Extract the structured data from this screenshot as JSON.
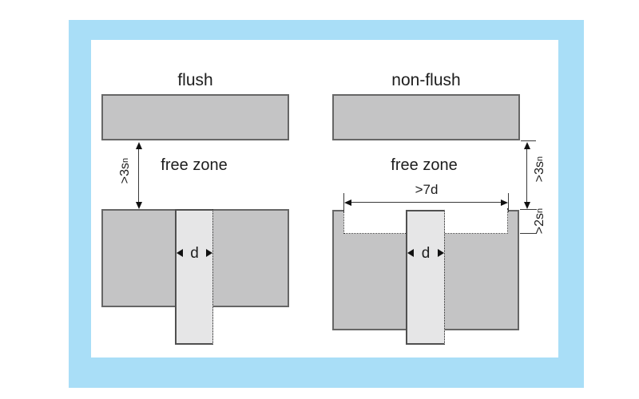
{
  "figure": {
    "description": "Sensor mounting diagram: flush vs non-flush installation",
    "colors": {
      "frame_blue": "#a9def7",
      "panel_white": "#ffffff",
      "metal_fill": "#c4c4c5",
      "metal_border": "#666666",
      "sensor_fill": "#e6e6e7",
      "sensor_border": "#505050",
      "text": "#1d1d1d",
      "dimension_line": "#3a3a3a"
    }
  },
  "left": {
    "title": "flush",
    "free_zone": "free zone",
    "clearance_dim": {
      "main": ">3s",
      "sub": "n"
    },
    "diameter": "d"
  },
  "right": {
    "title": "non-flush",
    "free_zone": "free zone",
    "clearance_dim": {
      "main": ">3s",
      "sub": "n"
    },
    "recess_depth_dim": {
      "main": ">2s",
      "sub": "n"
    },
    "recess_width_dim": ">7d",
    "diameter": "d"
  }
}
